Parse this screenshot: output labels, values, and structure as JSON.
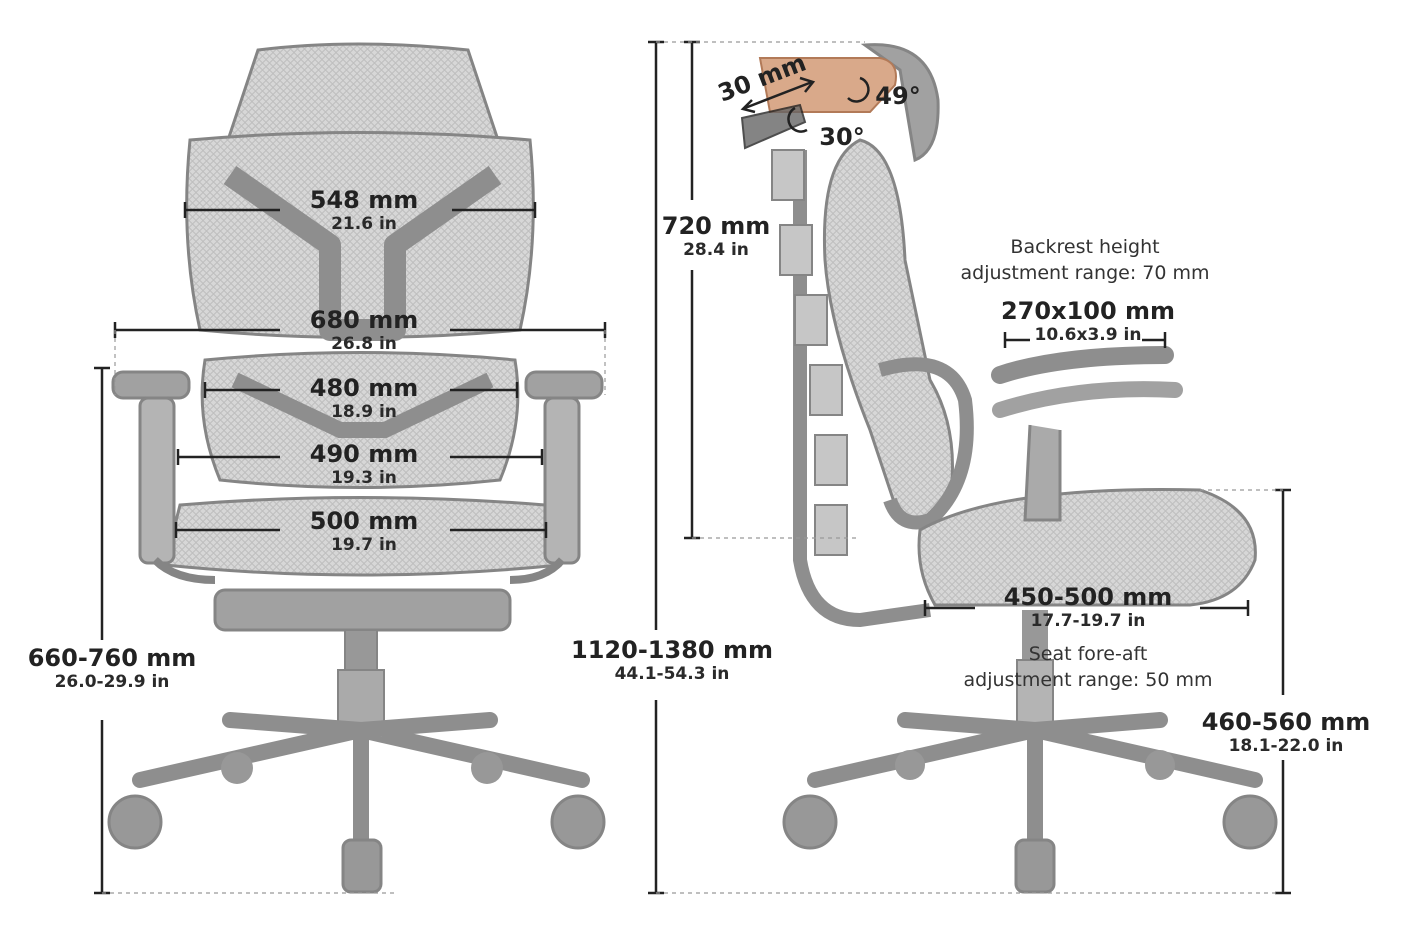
{
  "front": {
    "backrest_width": {
      "mm": "548 mm",
      "in": "21.6 in"
    },
    "armrest_spread": {
      "mm": "680 mm",
      "in": "26.8 in"
    },
    "lumbar_width": {
      "mm": "480 mm",
      "in": "18.9 in"
    },
    "seat_back_width": {
      "mm": "490 mm",
      "in": "19.3 in"
    },
    "seat_width": {
      "mm": "500 mm",
      "in": "19.7 in"
    },
    "armrest_height": {
      "mm": "660-760 mm",
      "in": "26.0-29.9 in"
    }
  },
  "overall": {
    "mm": "1120-1380 mm",
    "in": "44.1-54.3 in"
  },
  "side": {
    "backrest_height": {
      "mm": "720 mm",
      "in": "28.4 in"
    },
    "headrest_slide": {
      "mm": "30 mm"
    },
    "headrest_tilt_up": "49°",
    "headrest_tilt_down": "30°",
    "backrest_adjust_note": [
      "Backrest height",
      "adjustment range: 70 mm"
    ],
    "armpad": {
      "mm": "270x100 mm",
      "in": "10.6x3.9 in"
    },
    "seat_depth": {
      "mm": "450-500 mm",
      "in": "17.7-19.7 in"
    },
    "seat_adjust_note": [
      "Seat fore-aft",
      "adjustment range: 50 mm"
    ],
    "seat_height": {
      "mm": "460-560 mm",
      "in": "18.1-22.0 in"
    }
  },
  "colors": {
    "chair": "#3a3a3a",
    "mesh": "#9a9a9a",
    "headrest_highlight": "#d9a98a",
    "dimension": "#222222"
  }
}
